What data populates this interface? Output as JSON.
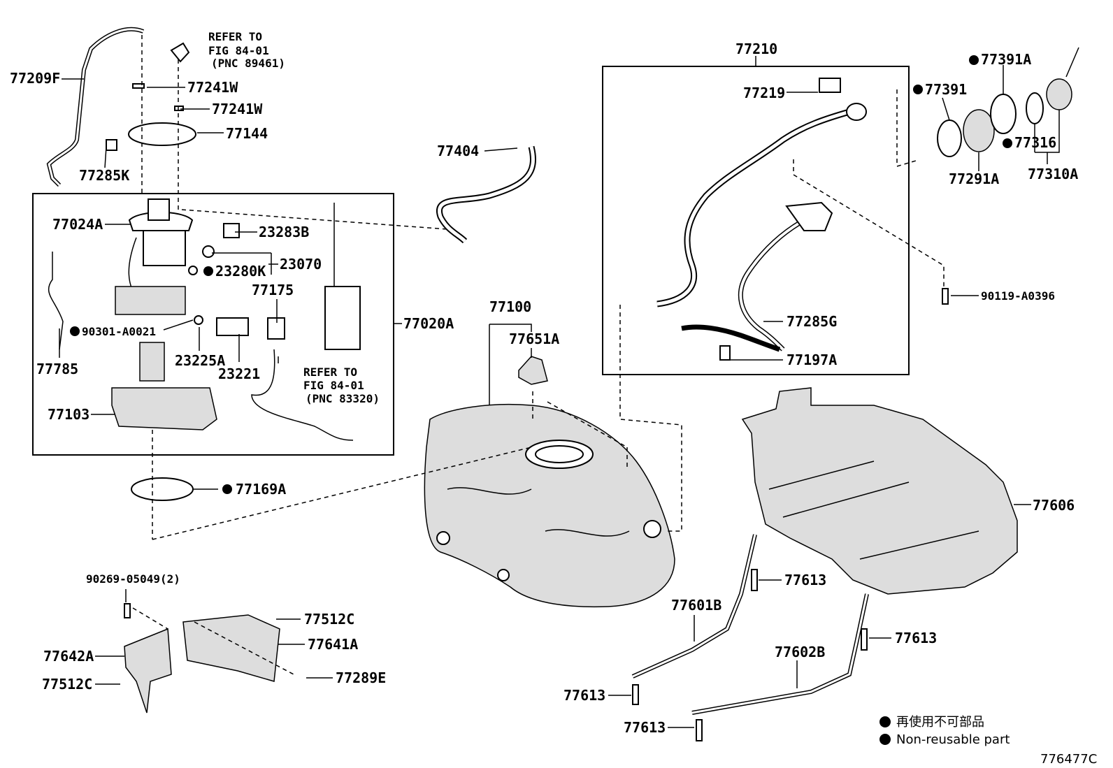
{
  "diagram": {
    "boxes": {
      "pump_assy": "77020A",
      "inlet_pipe_assy": "77210",
      "tank_assy": "77100"
    },
    "labels": {
      "p77209F": "77209F",
      "refer1_line1": "REFER TO",
      "refer1_line2": "FIG 84-01",
      "refer1_line3": "(PNC 89461)",
      "p77241W_a": "77241W",
      "p77241W_b": "77241W",
      "p77144": "77144",
      "p77285K": "77285K",
      "p77024A": "77024A",
      "p23283B": "23283B",
      "p23280K": "23280K",
      "p23070": "23070",
      "p77175": "77175",
      "p90301": "90301-A0021",
      "p77785": "77785",
      "p23225A": "23225A",
      "p23221": "23221",
      "refer2_line1": "REFER TO",
      "refer2_line2": "FIG 84-01",
      "refer2_line3": "(PNC 83320)",
      "p77103": "77103",
      "p77169A": "77169A",
      "p77404": "77404",
      "p77651A": "77651A",
      "p77219": "77219",
      "p77285G": "77285G",
      "p77197A": "77197A",
      "p77391A": "77391A",
      "p77391": "77391",
      "p77316": "77316",
      "p77291A": "77291A",
      "p77310A": "77310A",
      "p90119": "90119-A0396",
      "p77606": "77606",
      "p77613_a": "77613",
      "p77601B": "77601B",
      "p77602B": "77602B",
      "p77613_b": "77613",
      "p77613_c": "77613",
      "p77613_d": "77613",
      "p90269": "90269-05049(2)",
      "p77512C_a": "77512C",
      "p77641A": "77641A",
      "p77642A": "77642A",
      "p77289E": "77289E",
      "p77512C_b": "77512C"
    },
    "legend": {
      "line1": "再使用不可部品",
      "line2": "Non-reusable part"
    },
    "figure_id": "776477C"
  }
}
